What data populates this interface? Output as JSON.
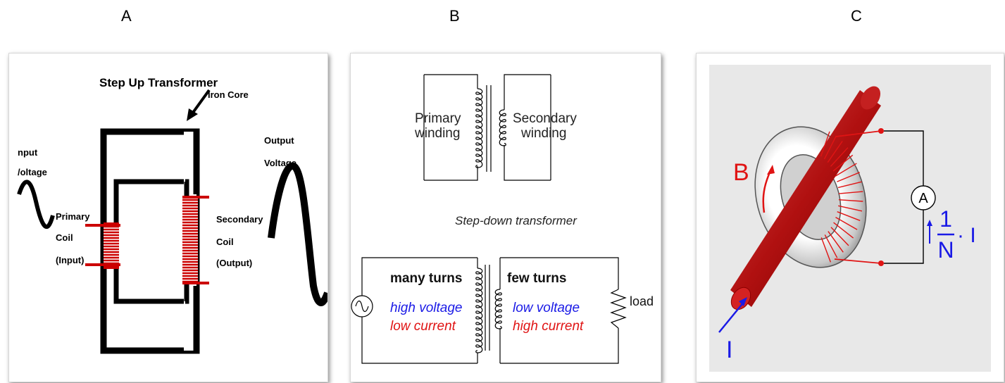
{
  "panels": {
    "a": {
      "letter": "A",
      "title": "Step Up Transformer",
      "iron_core": "Iron Core",
      "input_voltage": [
        "nput",
        "/oltage"
      ],
      "primary_coil": [
        "Primary",
        "Coil",
        "(Input)"
      ],
      "secondary_coil": [
        "Secondary",
        "Coil",
        "(Output)"
      ],
      "output_voltage": [
        "Output",
        "Voltage"
      ]
    },
    "b": {
      "letter": "B",
      "primary_winding": [
        "Primary",
        "winding"
      ],
      "secondary_winding": [
        "Secondary",
        "winding"
      ],
      "caption": "Step-down transformer",
      "many_turns": "many turns",
      "few_turns": "few turns",
      "high_voltage": "high voltage",
      "low_current": "low current",
      "low_voltage": "low voltage",
      "high_current": "high current",
      "load": "load"
    },
    "c": {
      "letter": "C",
      "field_label": "B",
      "current_label": "I",
      "ammeter_label": "A",
      "fraction_num": "1",
      "fraction_den": "N",
      "fraction_rest": "· I"
    }
  },
  "colors": {
    "coil_red": "#cc0000",
    "blue_text": "#1a1ae6",
    "red_text": "#e01414",
    "panel_c_bg": "#e8e8e8",
    "conductor": "#b01010"
  }
}
